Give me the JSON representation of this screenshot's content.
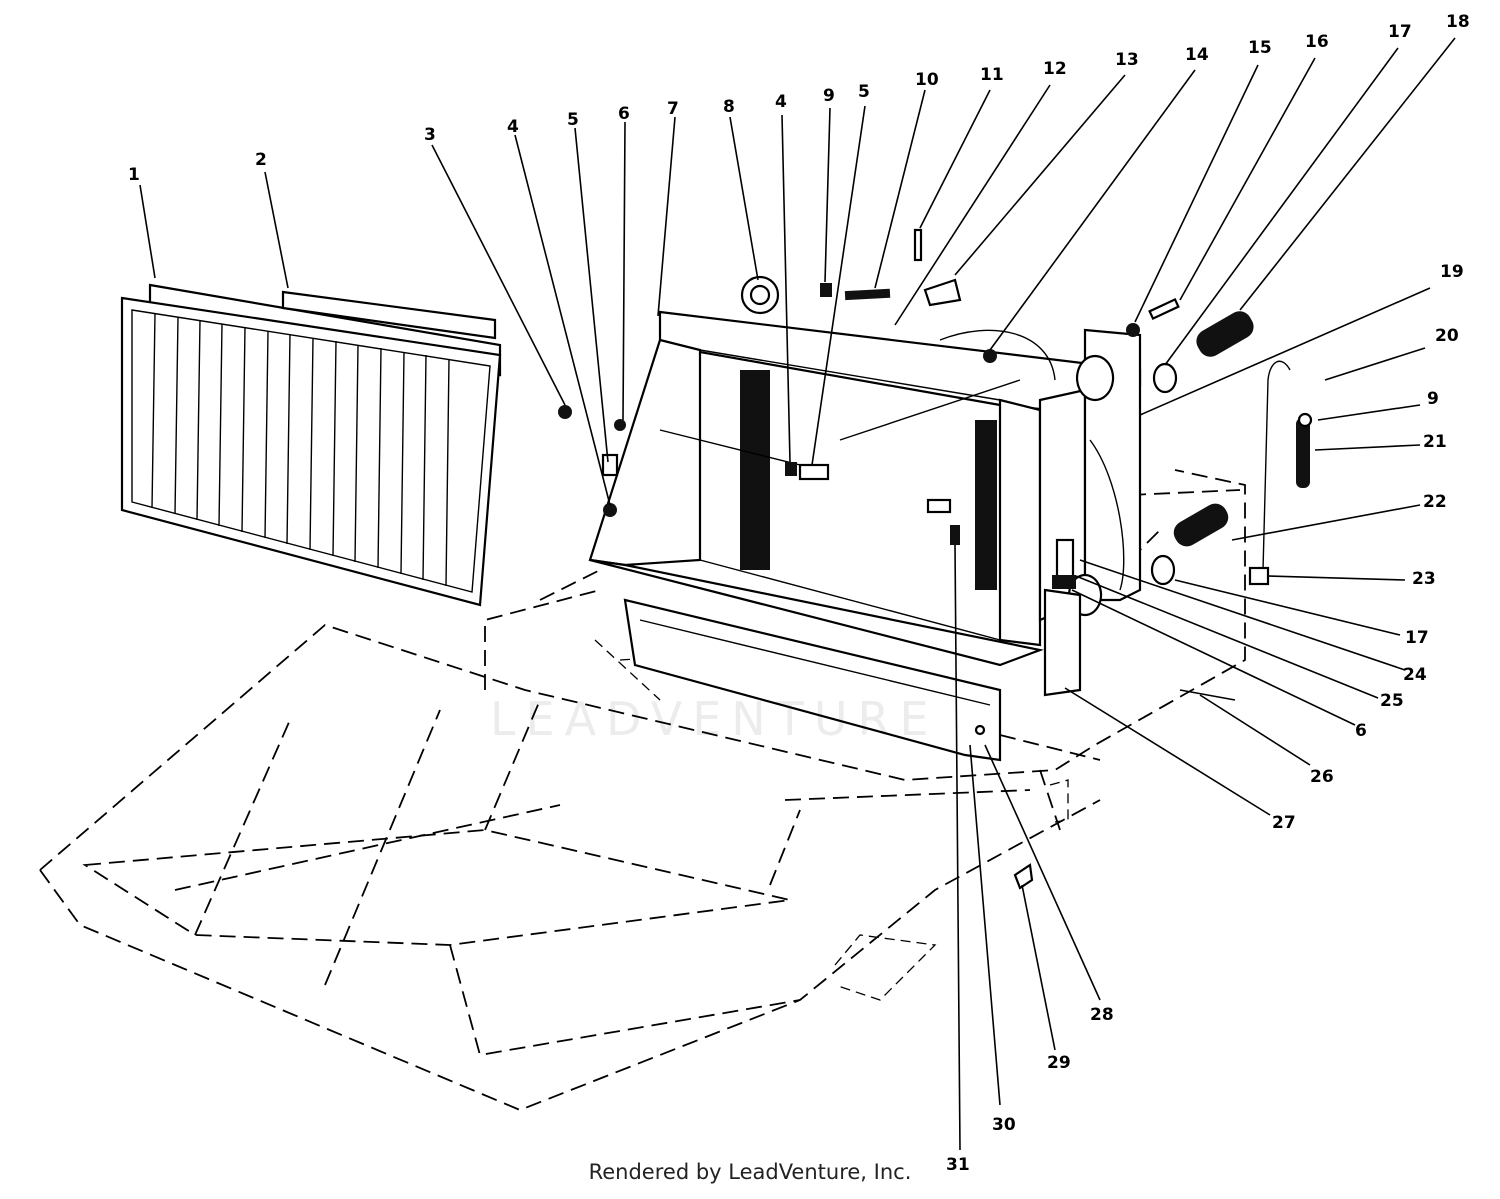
{
  "callouts": [
    "1",
    "2",
    "3",
    "4",
    "5",
    "6",
    "7",
    "8",
    "4",
    "9",
    "5",
    "10",
    "11",
    "12",
    "13",
    "14",
    "15",
    "16",
    "17",
    "18",
    "19",
    "20",
    "9",
    "21",
    "22",
    "23",
    "17",
    "24",
    "25",
    "6",
    "26",
    "27",
    "28",
    "29",
    "30",
    "31"
  ],
  "watermark": "LEADVENTURE",
  "footer": {
    "credit": "Rendered by LeadVenture, Inc."
  }
}
